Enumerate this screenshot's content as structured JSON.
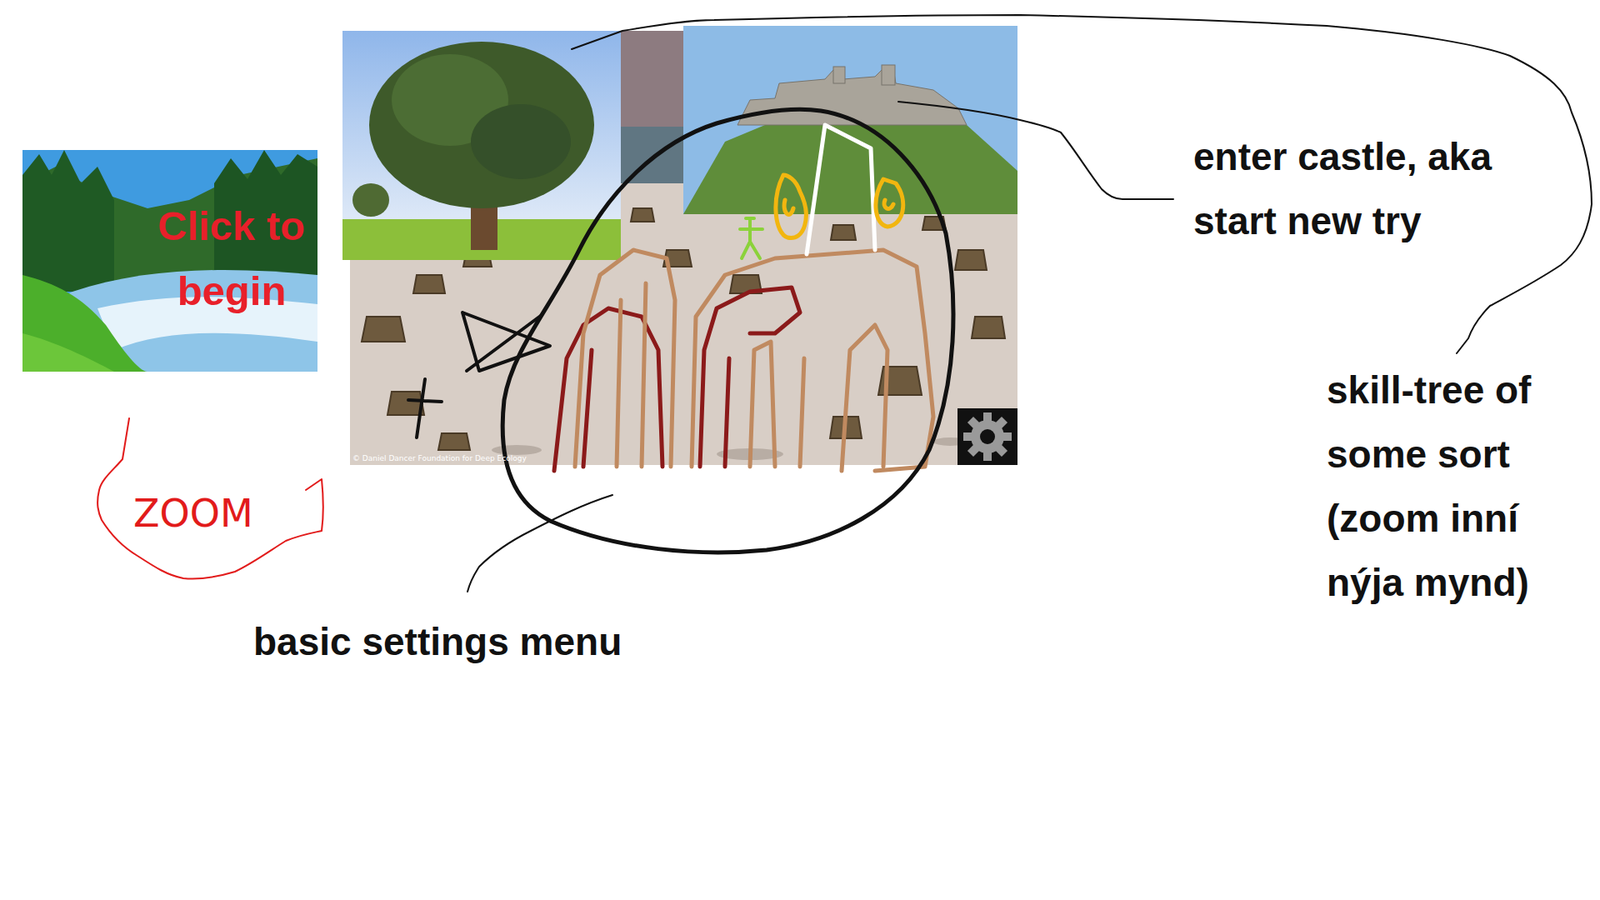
{
  "diagram": {
    "nodes": [
      {
        "text": [
          "Click to begin"
        ]
      }
    ],
    "labels": [
      "ZOOM",
      "© Daniel Dancer Foundation for Deep Ecology",
      "enter castle, aka start new try",
      "skill-tree of some sort (zoom inní nýja mynd)",
      "basic settings menu"
    ]
  }
}
